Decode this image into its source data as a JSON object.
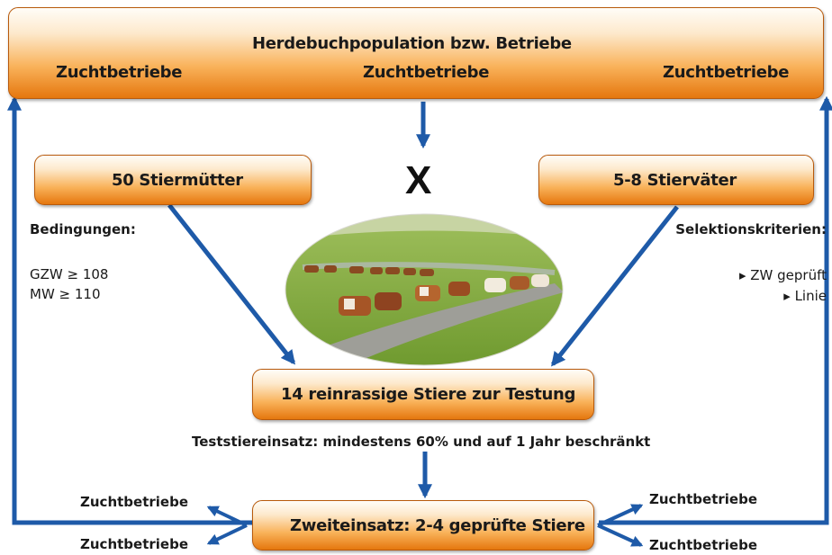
{
  "top_box": {
    "title": "Herdebuchpopulation bzw. Betriebe",
    "left": "Zuchtbetriebe",
    "center": "Zuchtbetriebe",
    "right": "Zuchtbetriebe"
  },
  "cross_symbol": "X",
  "mothers": {
    "label": "50 Stiermütter",
    "conditions_heading": "Bedingungen:",
    "conditions": [
      "GZW ≥ 108",
      "MW ≥ 110"
    ]
  },
  "fathers": {
    "label": "5-8 Stierväter",
    "criteria_heading": "Selektionskriterien:",
    "criteria": [
      "▸ ZW geprüft",
      "▸ Linie"
    ]
  },
  "test_bulls": {
    "label": "14 reinrassige Stiere zur Testung",
    "note": "Teststiereinsatz: mindestens 60% und auf 1 Jahr beschränkt"
  },
  "second_use": {
    "label": "Zweiteinsatz: 2-4 geprüfte Stiere",
    "left_targets": [
      "Zuchtbetriebe",
      "Zuchtbetriebe"
    ],
    "right_targets": [
      "Zuchtbetriebe",
      "Zuchtbetriebe"
    ]
  },
  "colors": {
    "arrow": "#1e5aa8",
    "box_border": "#b85a0c",
    "box_top": "#fde9cc",
    "box_bottom": "#e5770e"
  }
}
